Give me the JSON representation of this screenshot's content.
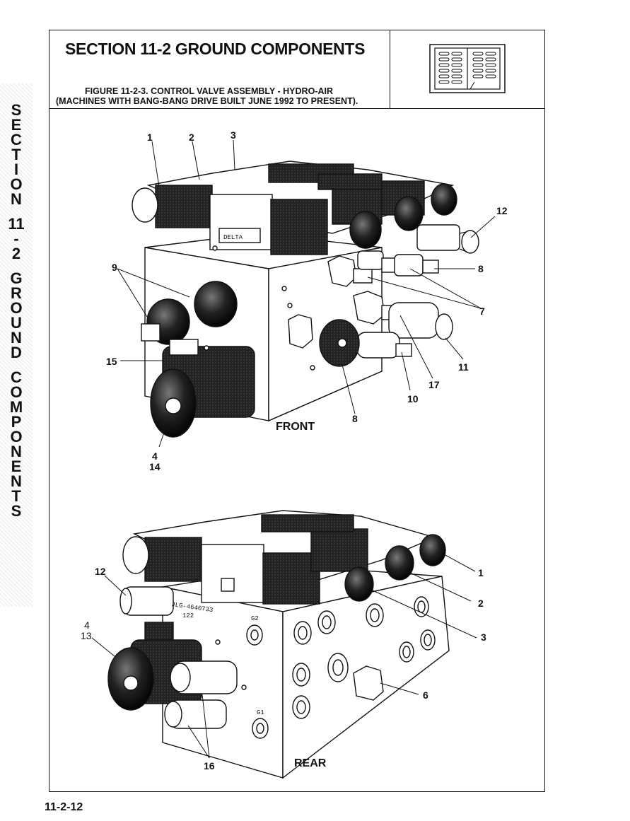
{
  "section": {
    "title": "SECTION 11-2 GROUND COMPONENTS",
    "side_tab_letters": [
      "S",
      "E",
      "C",
      "T",
      "I",
      "O",
      "N",
      "",
      "11",
      "-",
      "2",
      "",
      "G",
      "R",
      "O",
      "U",
      "N",
      "D",
      "",
      "C",
      "O",
      "M",
      "P",
      "O",
      "N",
      "E",
      "N",
      "T",
      "S"
    ]
  },
  "figure": {
    "caption_line1": "FIGURE 11-2-3. CONTROL VALVE ASSEMBLY - HYDRO-AIR",
    "caption_line2": "(MACHINES WITH BANG-BANG DRIVE BUILT JUNE 1992 TO PRESENT).",
    "front_label": "FRONT",
    "rear_label": "REAR",
    "front_callouts": {
      "c1": "1",
      "c2": "2",
      "c3": "3",
      "c12": "12",
      "c8a": "8",
      "c9": "9",
      "c7": "7",
      "c15": "15",
      "c11": "11",
      "c17": "17",
      "c10": "10",
      "c8b": "8",
      "c4": "4",
      "c14": "14"
    },
    "rear_callouts": {
      "c12": "12",
      "c1": "1",
      "c2": "2",
      "c4": "4",
      "c13": "13",
      "c3": "3",
      "c6": "6",
      "c16": "16"
    },
    "block_markings": {
      "part_number": "JLG-4640733",
      "sub_number": "122",
      "port_g2": "G2",
      "port_g1": "G1"
    }
  },
  "page_number": "11-2-12"
}
